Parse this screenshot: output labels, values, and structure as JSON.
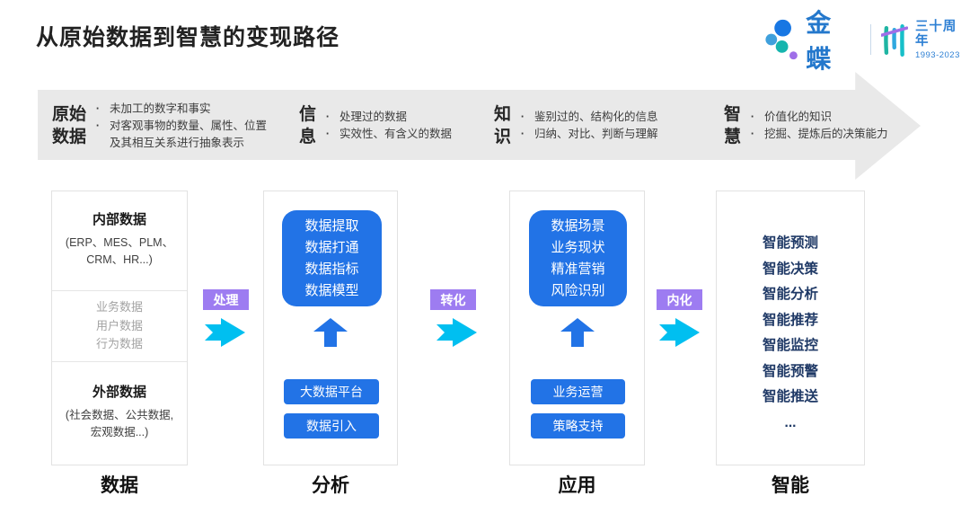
{
  "page_title": "从原始数据到智慧的变现路径",
  "logo": {
    "brand": "金蝶",
    "anniversary": "三十周年",
    "years": "1993-2023"
  },
  "banner": {
    "bullet": "·",
    "stages": [
      {
        "heading_line1": "原始",
        "heading_line2": "数据",
        "points": [
          "未加工的数字和事实",
          "对客观事物的数量、属性、位置及其相互关系进行抽象表示"
        ]
      },
      {
        "heading_line1": "信",
        "heading_line2": "息",
        "points": [
          "处理过的数据",
          "实效性、有含义的数据"
        ]
      },
      {
        "heading_line1": "知",
        "heading_line2": "识",
        "points": [
          "鉴别过的、结构化的信息",
          "归纳、对比、判断与理解"
        ]
      },
      {
        "heading_line1": "智",
        "heading_line2": "慧",
        "points": [
          "价值化的知识",
          "挖掘、提炼后的决策能力"
        ]
      }
    ]
  },
  "connectors": [
    {
      "label": "处理"
    },
    {
      "label": "转化"
    },
    {
      "label": "内化"
    }
  ],
  "columns": {
    "data": {
      "footer": "数据",
      "internal": {
        "heading": "内部数据",
        "line1": "(ERP、MES、PLM、",
        "line2": "CRM、HR...)"
      },
      "middle": {
        "items": [
          "业务数据",
          "用户数据",
          "行为数据"
        ]
      },
      "external": {
        "heading": "外部数据",
        "line1": "(社会数据、公共数据,",
        "line2": "宏观数据...)"
      }
    },
    "analysis": {
      "footer": "分析",
      "card": [
        "数据提取",
        "数据打通",
        "数据指标",
        "数据模型"
      ],
      "buttons": [
        "大数据平台",
        "数据引入"
      ]
    },
    "application": {
      "footer": "应用",
      "card": [
        "数据场景",
        "业务现状",
        "精准营销",
        "风险识别"
      ],
      "buttons": [
        "业务运营",
        "策略支持"
      ]
    },
    "intelligence": {
      "footer": "智能",
      "items": [
        "智能预测",
        "智能决策",
        "智能分析",
        "智能推荐",
        "智能监控",
        "智能预警",
        "智能推送",
        "..."
      ]
    }
  },
  "colors": {
    "primary_blue": "#2273E6",
    "navy_text": "#1F3966",
    "purple_label": "#9D7CF1",
    "cyan_arrow": "#00BFF0",
    "banner_gray": "#E9E9E9",
    "brand_blue": "#2478CC",
    "logo_teal": "#16B5AE",
    "logo_purple": "#9F6FE8"
  }
}
